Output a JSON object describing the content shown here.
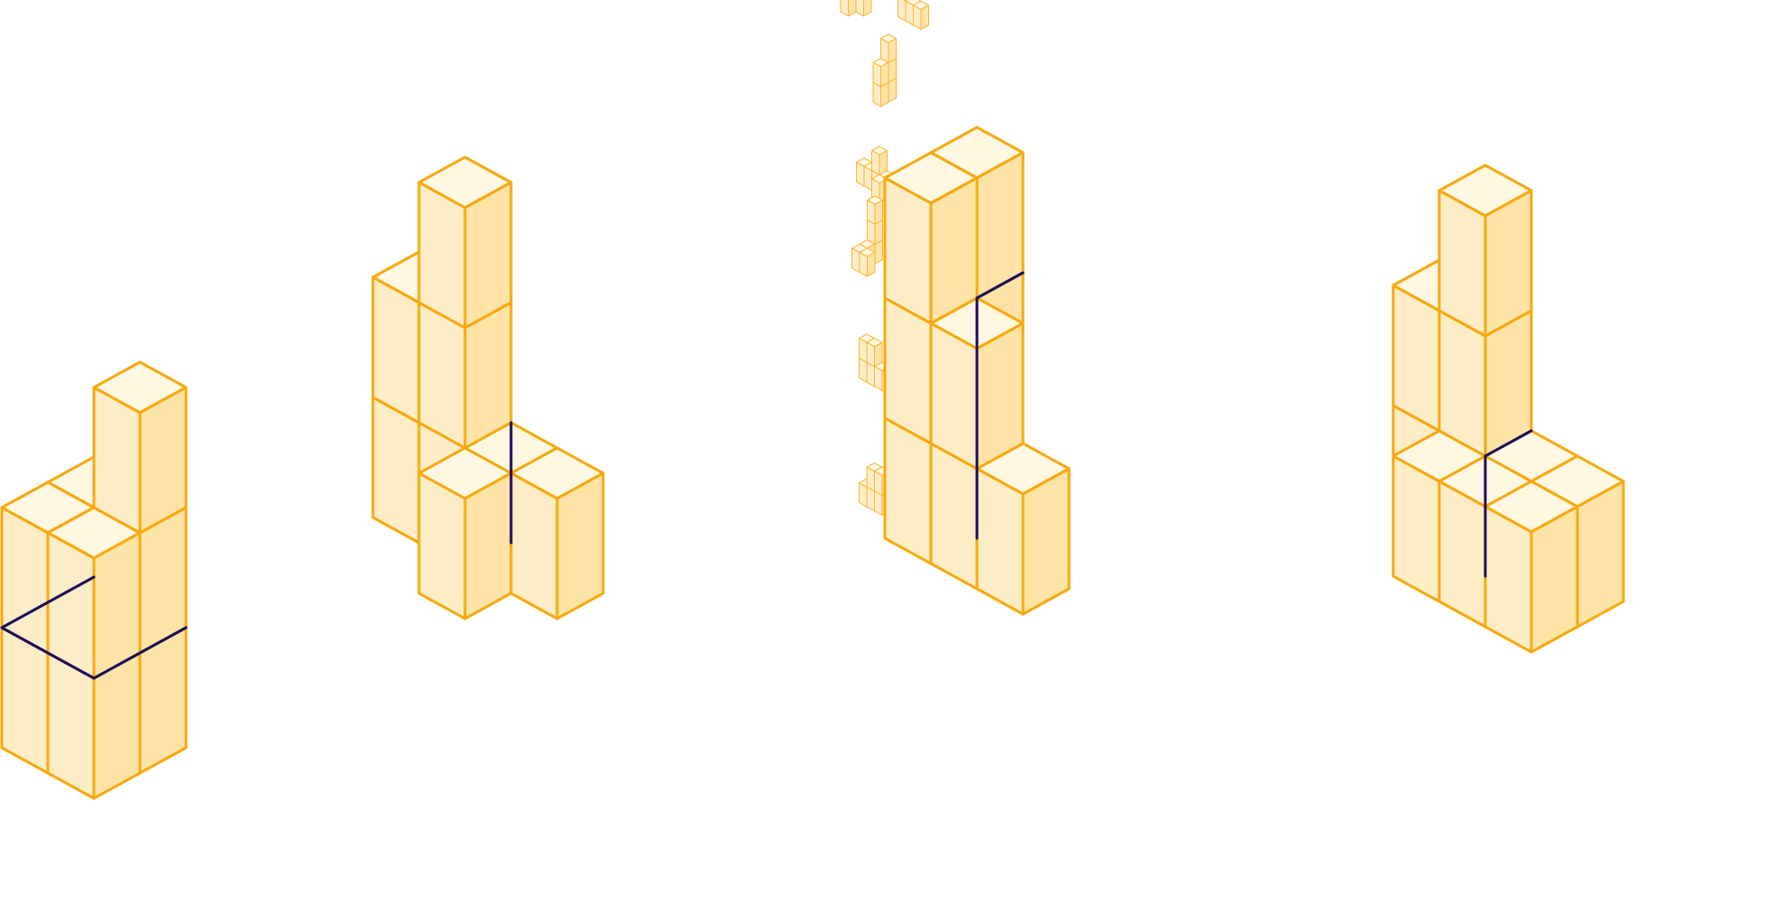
{
  "title": "",
  "palette": {
    "top_face": "#FEF7E1",
    "left_face": "#FDEDC6",
    "right_face": "#FDE4A6",
    "edge": "#F8A90F",
    "thin_edge": "#F9B437",
    "split_line": "#1B0B5C"
  },
  "figure": {
    "decomposition_shapes_count": 4,
    "assembled_shapes_count": 4,
    "assembled_cube_counts": [
      8,
      9,
      8,
      9
    ]
  }
}
